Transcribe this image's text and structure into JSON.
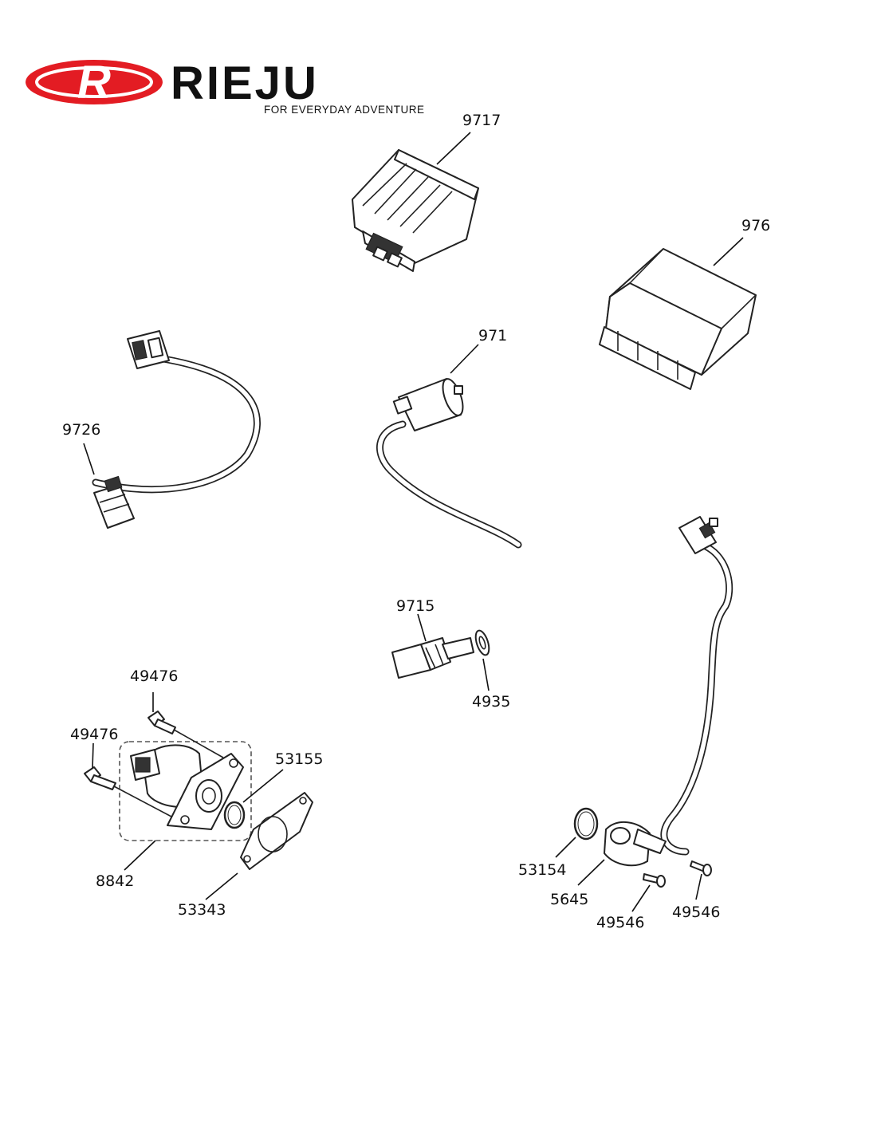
{
  "logo": {
    "emblem_letter": "R",
    "brand": "RIEJU",
    "tagline": "FOR EVERYDAY ADVENTURE",
    "brand_color": "#e31c23"
  },
  "callouts": {
    "p9717": "9717",
    "p976": "976",
    "p971": "971",
    "p9726": "9726",
    "p9715": "9715",
    "p4935": "4935",
    "p49476a": "49476",
    "p49476b": "49476",
    "p53155": "53155",
    "p8842": "8842",
    "p53343": "53343",
    "p53154": "53154",
    "p5645": "5645",
    "p49546a": "49546",
    "p49546b": "49546"
  }
}
